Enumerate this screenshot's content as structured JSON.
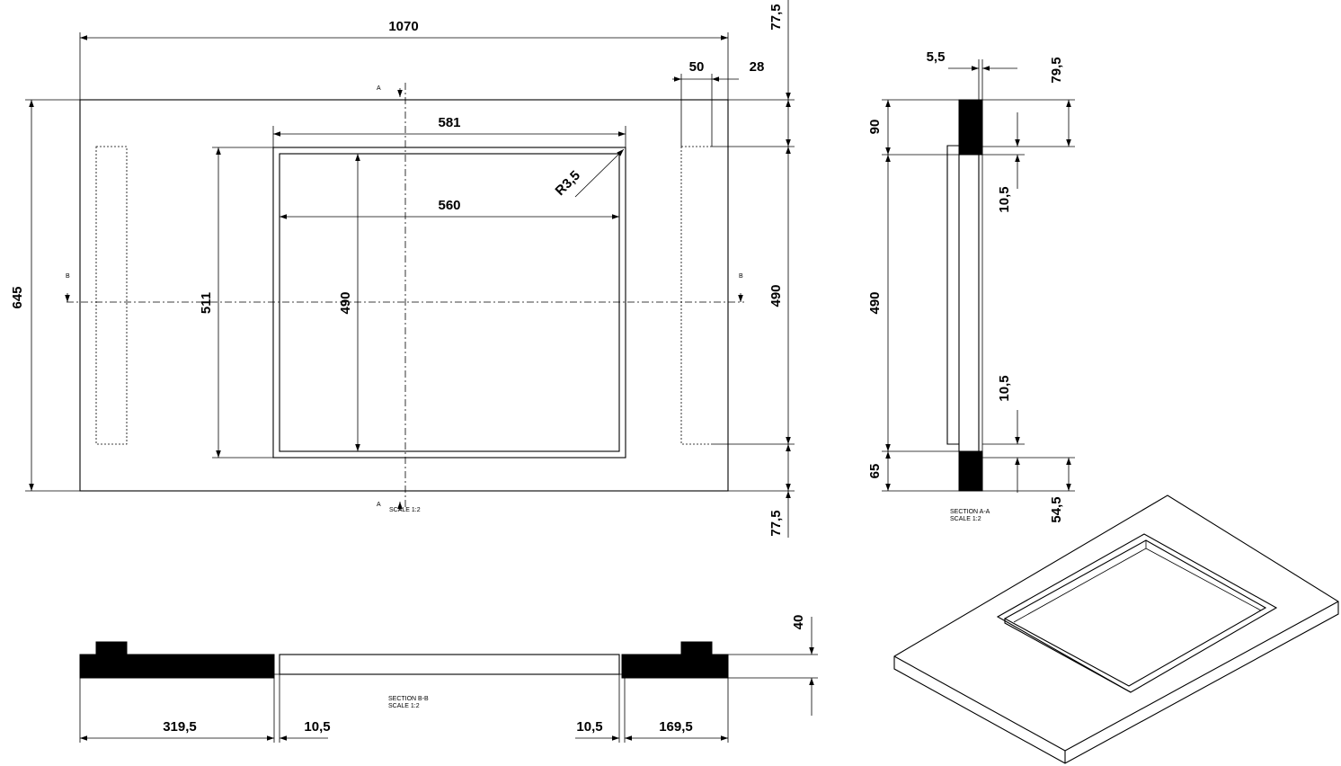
{
  "top_view": {
    "dims": {
      "overall_width": "1070",
      "overall_height": "645",
      "cutout_outer_width": "581",
      "cutout_inner_width": "560",
      "cutout_outer_height": "511",
      "cutout_inner_height": "490",
      "corner_radius": "R3,5",
      "right_strip_width": "50",
      "right_edge_offset": "28",
      "right_inner_height": "490",
      "top_margin": "77,5",
      "bottom_margin": "77,5"
    },
    "section_markers": {
      "a_top": "A",
      "a_bottom": "A",
      "b_left": "B",
      "b_right": "B"
    },
    "scale_label": "SCALE 1:2"
  },
  "section_a": {
    "dims": {
      "thickness": "5,5",
      "top_offset": "79,5",
      "top_height": "90",
      "lip_top": "10,5",
      "inner_height": "490",
      "lip_bottom": "10,5",
      "bottom_height": "65",
      "bottom_offset": "54,5"
    },
    "title": "SECTION A-A",
    "scale": "SCALE 1:2"
  },
  "section_b": {
    "dims": {
      "left_width": "319,5",
      "lip_left": "10,5",
      "lip_right": "10,5",
      "right_width": "169,5",
      "thickness": "40"
    },
    "title": "SECTION B-B",
    "scale": "SCALE 1:2"
  }
}
